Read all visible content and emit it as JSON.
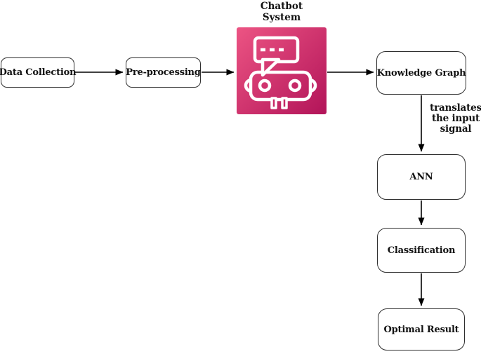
{
  "diagram": {
    "nodes": {
      "data_collection": {
        "label": "Data Collection"
      },
      "pre_processing": {
        "label": "Pre-processing"
      },
      "chatbot_system": {
        "label": "Chatbot System",
        "icon": "chatbot-robot-icon"
      },
      "knowledge_graph": {
        "label": "Knowledge Graph"
      },
      "ann": {
        "label": "ANN"
      },
      "classification": {
        "label": "Classification"
      },
      "optimal_result": {
        "label": "Optimal Result"
      }
    },
    "edges": {
      "knowledge_graph_to_ann_label": "translates the input signal"
    },
    "colors": {
      "icon_gradient_start": "#EC5483",
      "icon_gradient_end": "#B21459",
      "line_color": "#000000",
      "box_border": "#2e2e2e",
      "text_color": "#111111",
      "background": "#ffffff"
    }
  }
}
